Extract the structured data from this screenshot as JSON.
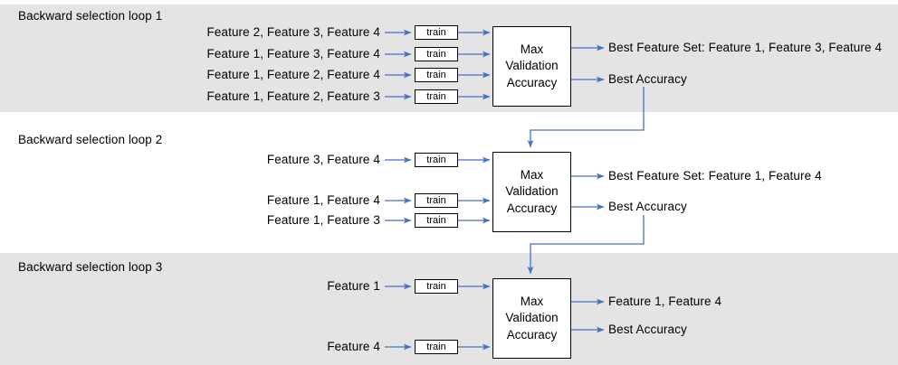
{
  "colors": {
    "band_bg": "#e4e4e4",
    "page_bg": "#ffffff",
    "arrow": "#4472c4",
    "box_border": "#000000",
    "text": "#000000"
  },
  "loops": [
    {
      "title": "Backward selection loop 1",
      "inputs": [
        {
          "label": "Feature 2, Feature 3, Feature 4",
          "train": "train"
        },
        {
          "label": "Feature 1, Feature 3, Feature 4",
          "train": "train"
        },
        {
          "label": "Feature 1, Feature 2, Feature 4",
          "train": "train"
        },
        {
          "label": "Feature 1, Feature 2, Feature 3",
          "train": "train"
        }
      ],
      "process": {
        "line1": "Max",
        "line2": "Validation",
        "line3": "Accuracy"
      },
      "outputs": [
        "Best Feature Set: Feature 1, Feature 3, Feature 4",
        "Best Accuracy"
      ]
    },
    {
      "title": "Backward selection loop 2",
      "inputs": [
        {
          "label": "Feature 3, Feature 4",
          "train": "train"
        },
        {
          "label": "Feature 1, Feature 4",
          "train": "train"
        },
        {
          "label": "Feature 1, Feature 3",
          "train": "train"
        }
      ],
      "process": {
        "line1": "Max",
        "line2": "Validation",
        "line3": "Accuracy"
      },
      "outputs": [
        "Best Feature Set: Feature 1, Feature 4",
        "Best Accuracy"
      ]
    },
    {
      "title": "Backward selection loop 3",
      "inputs": [
        {
          "label": "Feature 1",
          "train": "train"
        },
        {
          "label": "Feature 4",
          "train": "train"
        }
      ],
      "process": {
        "line1": "Max",
        "line2": "Validation",
        "line3": "Accuracy"
      },
      "outputs": [
        "Feature 1, Feature 4",
        "Best Accuracy"
      ]
    }
  ]
}
